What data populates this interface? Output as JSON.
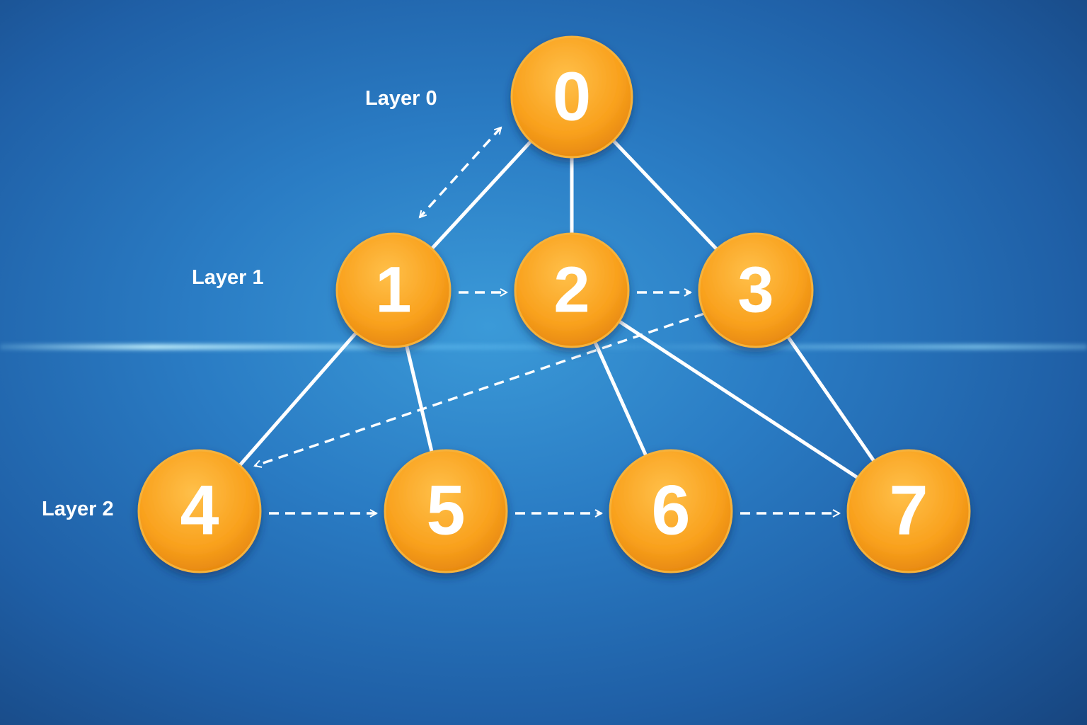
{
  "layers": [
    {
      "label": "Layer 0"
    },
    {
      "label": "Layer 1"
    },
    {
      "label": "Layer 2"
    }
  ],
  "nodes": [
    "0",
    "1",
    "2",
    "3",
    "4",
    "5",
    "6",
    "7"
  ],
  "edges": [
    [
      "0",
      "1"
    ],
    [
      "0",
      "2"
    ],
    [
      "0",
      "3"
    ],
    [
      "1",
      "4"
    ],
    [
      "1",
      "5"
    ],
    [
      "2",
      "6"
    ],
    [
      "2",
      "7"
    ],
    [
      "3",
      "7"
    ]
  ],
  "traversal_arrows": [
    [
      "0",
      "1",
      "both"
    ],
    [
      "1",
      "2"
    ],
    [
      "2",
      "3"
    ],
    [
      "3",
      "4"
    ],
    [
      "4",
      "5"
    ],
    [
      "5",
      "6"
    ],
    [
      "6",
      "7"
    ]
  ],
  "colors": {
    "node": "#f7a21b",
    "edge": "#ffffff",
    "background": "#2a7cc4"
  }
}
